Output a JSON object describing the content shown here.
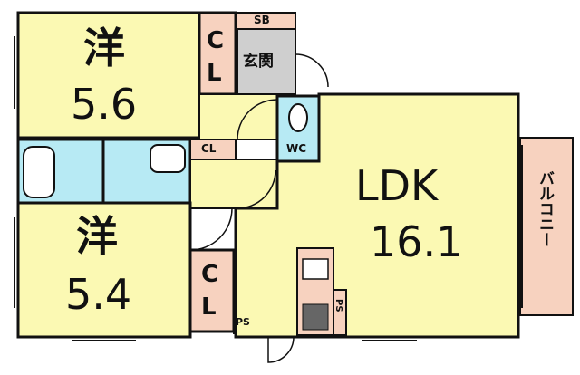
{
  "rooms": {
    "western_top": {
      "kanji": "洋",
      "size": "5.6"
    },
    "western_bottom": {
      "kanji": "洋",
      "size": "5.4"
    },
    "ldk": {
      "name": "LDK",
      "size": "16.1"
    },
    "entrance": "玄関",
    "shoe_box": "SB",
    "closet_top": {
      "c": "C",
      "l": "L"
    },
    "closet_bottom": {
      "c": "C",
      "l": "L"
    },
    "closet_small": "CL",
    "toilet": "WC",
    "pipe_space_bottom": "PS",
    "pipe_space_kitchen": "PS",
    "balcony": "バルコニー"
  },
  "colors": {
    "room_fill": "#fbf9b3",
    "closet_fill": "#f7d2bf",
    "wet_fill": "#b7eaf4",
    "entrance_fill": "#cfcfcf",
    "wall": "#111111"
  }
}
